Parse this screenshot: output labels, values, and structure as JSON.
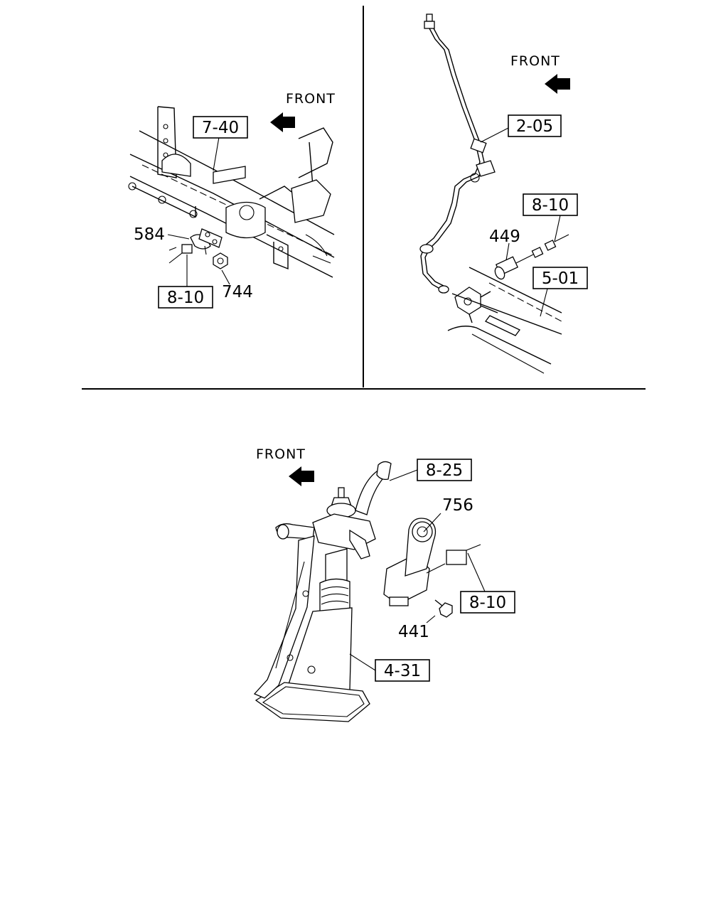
{
  "panels": {
    "top_left": {
      "front": "FRONT",
      "refs": [
        "7-40",
        "8-10"
      ],
      "parts": [
        "584",
        "744"
      ]
    },
    "top_right": {
      "front": "FRONT",
      "refs": [
        "2-05",
        "8-10",
        "5-01"
      ],
      "parts": [
        "449"
      ]
    },
    "bottom": {
      "front": "FRONT",
      "refs": [
        "8-25",
        "8-10",
        "4-31"
      ],
      "parts": [
        "756",
        "441"
      ]
    }
  }
}
